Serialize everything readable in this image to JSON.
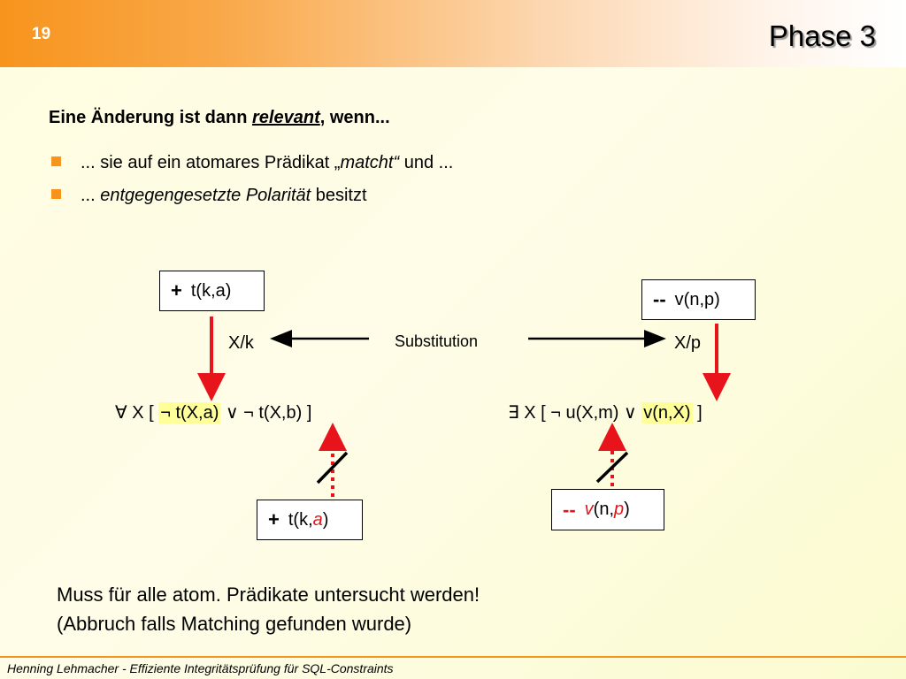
{
  "header": {
    "slide_number": "19",
    "title": "Phase 3"
  },
  "heading": {
    "before": "Eine Änderung ist dann ",
    "emph": "relevant",
    "after": ", wenn..."
  },
  "bullets": [
    {
      "before": "... sie auf ein atomares Prädikat „",
      "emph": "matcht“",
      "after": " und ..."
    },
    {
      "before": "... ",
      "emph": "entgegengesetzte Polarität",
      "after": " besitzt"
    }
  ],
  "diagram": {
    "left_top_box": {
      "sign": "+",
      "text": "t(k,a)"
    },
    "right_top_box": {
      "sign": "--",
      "text": "v(n,p)"
    },
    "left_subst": "X/k",
    "right_subst": "X/p",
    "center_label": "Substitution",
    "left_formula": {
      "prefix": "∀ X [ ",
      "highlight": "¬ t(X,a)",
      "suffix": " ∨ ¬ t(X,b) ]"
    },
    "right_formula": {
      "prefix": "∃ X [ ¬ u(X,m) ∨ ",
      "highlight": "v(n,X)",
      "suffix": " ]"
    },
    "left_bottom_box": {
      "sign": "+",
      "text_a": "t(k,",
      "text_b": "a",
      "text_c": ")"
    },
    "right_bottom_box": {
      "sign": "--",
      "text_a": "v",
      "text_b": "(n,",
      "text_c": "p",
      "text_d": ")"
    }
  },
  "note": {
    "line1": "Muss für alle atom. Prädikate untersucht werden!",
    "line2": "(Abbruch falls Matching gefunden wurde)"
  },
  "footer": "Henning Lehmacher  -  Effiziente Integritätsprüfung für SQL-Constraints",
  "colors": {
    "accent": "#f7941d",
    "arrow": "#e8141b",
    "highlight": "#ffff99"
  }
}
